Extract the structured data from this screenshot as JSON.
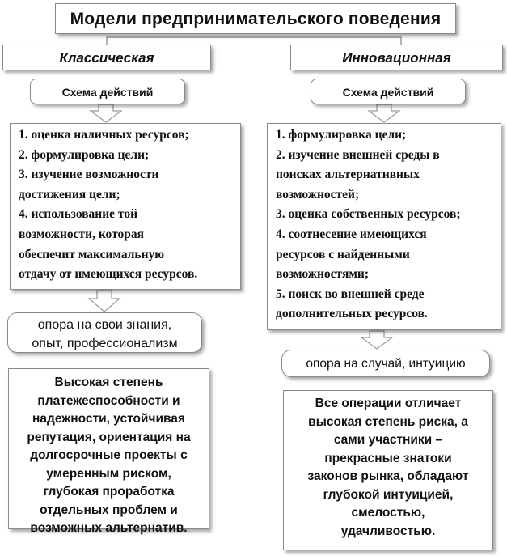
{
  "title": "Модели предпринимательского поведения",
  "left": {
    "model": "Классическая",
    "scheme": "Схема действий",
    "steps": [
      "1. оценка наличных ресурсов;",
      "2. формулировка цели;",
      "3. изучение возможности",
      "достижения цели;",
      "4. использование той",
      "возможности, которая",
      "обеспечит максимальную",
      "отдачу от имеющихся ресурсов."
    ],
    "rely": [
      "опора на свои знания,",
      "опыт, профессионализм"
    ],
    "result": [
      "Высокая степень",
      "платежеспособности и",
      "надежности, устойчивая",
      "репутация, ориентация на",
      "долгосрочные проекты с",
      "умеренным риском,",
      "глубокая проработка",
      "отдельных проблем и",
      "возможных альтернатив."
    ]
  },
  "right": {
    "model": "Инновационная",
    "scheme": "Схема действий",
    "steps": [
      "1. формулировка цели;",
      "2. изучение внешней среды в",
      "поисках альтернативных",
      "возможностей;",
      "3. оценка собственных ресурсов;",
      "4. соотнесение имеющихся",
      "ресурсов с найденными",
      "возможностями;",
      "5. поиск во внешней среде",
      "дополнительных ресурсов."
    ],
    "rely": "опора на случай, интуицию",
    "result": [
      "Все операции отличает",
      "высокая степень риска, а",
      "сами участники –",
      "прекрасные знатоки",
      "законов рынка, обладают",
      "глубокой интуицией,",
      "смелостью,",
      "удачливостью."
    ]
  }
}
